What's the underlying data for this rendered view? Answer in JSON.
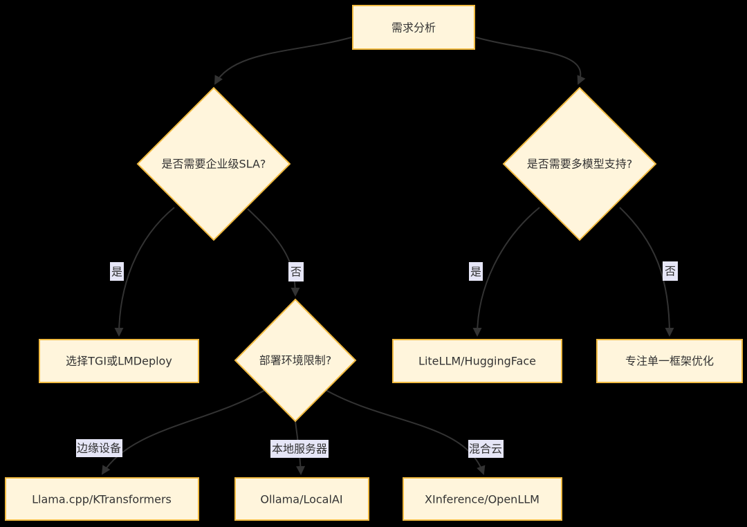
{
  "diagram": {
    "type": "flowchart-decision-tree",
    "background_color": "#000000",
    "node_fill_color": "#fff5dc",
    "node_border_color": "#f2bb41",
    "node_text_color": "#333333",
    "edge_color": "#333333",
    "edge_label_bg_color": "#e6e6f7",
    "nodes": {
      "root": {
        "label": "需求分析",
        "shape": "rect"
      },
      "sla": {
        "label": "是否需要企业级SLA?",
        "shape": "diamond"
      },
      "multi": {
        "label": "是否需要多模型支持?",
        "shape": "diamond"
      },
      "tgi": {
        "label": "选择TGI或LMDeploy",
        "shape": "rect"
      },
      "env": {
        "label": "部署环境限制?",
        "shape": "diamond"
      },
      "lite": {
        "label": "LiteLLM/HuggingFace",
        "shape": "rect"
      },
      "single": {
        "label": "专注单一框架优化",
        "shape": "rect"
      },
      "llamacpp": {
        "label": "Llama.cpp/KTransformers",
        "shape": "rect"
      },
      "ollama": {
        "label": "Ollama/LocalAI",
        "shape": "rect"
      },
      "xinference": {
        "label": "XInference/OpenLLM",
        "shape": "rect"
      }
    },
    "edge_labels": {
      "sla_yes": "是",
      "sla_no": "否",
      "multi_yes": "是",
      "multi_no": "否",
      "edge_device": "边缘设备",
      "local_server": "本地服务器",
      "hybrid_cloud": "混合云"
    }
  }
}
